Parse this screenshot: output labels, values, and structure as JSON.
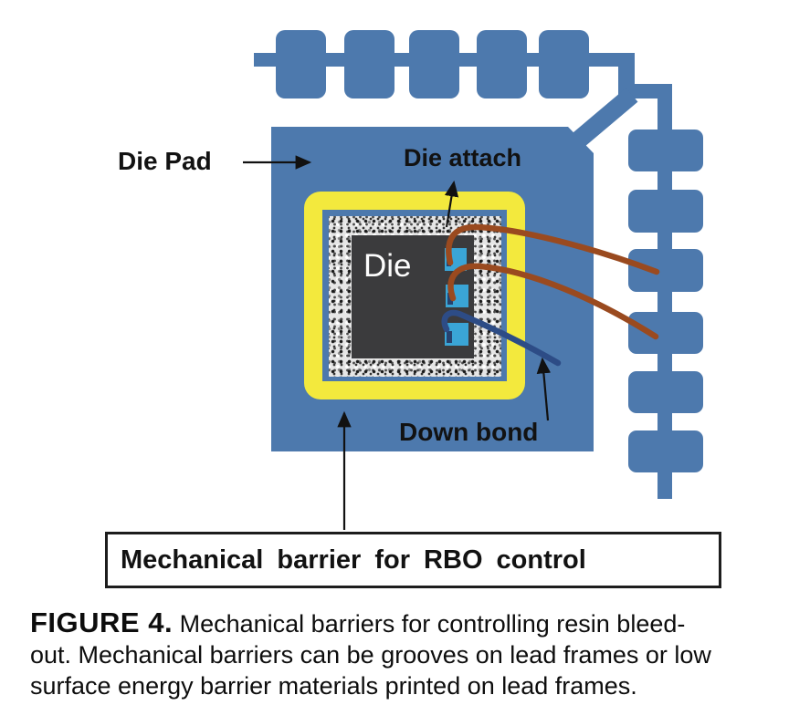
{
  "figure": {
    "labels": {
      "die_pad": "Die Pad",
      "die_attach": "Die attach",
      "die": "Die",
      "down_bond": "Down bond",
      "barrier_box": "Mechanical barrier for RBO control"
    },
    "caption": {
      "prefix": "FIGURE 4.",
      "line1": "Mechanical barriers for controlling resin bleed-",
      "line2": "out. Mechanical barriers can be grooves on lead frames or low",
      "line3": "surface energy barrier materials printed on lead frames."
    },
    "colors": {
      "lead_frame_blue": "#4d79ad",
      "barrier_yellow": "#f3e93d",
      "die_dark": "#3b3b3d",
      "die_attach_gray": "#e6e6e6",
      "bond_pad_cyan": "#3aa5d6",
      "wire_brown": "#9a4a1f",
      "wire_blue": "#2d4c86",
      "annotation_black": "#111111"
    },
    "counts": {
      "top_lead_pads": 5,
      "right_lead_pads": 6,
      "brown_bond_wires": 2,
      "blue_down_bonds": 1
    }
  }
}
